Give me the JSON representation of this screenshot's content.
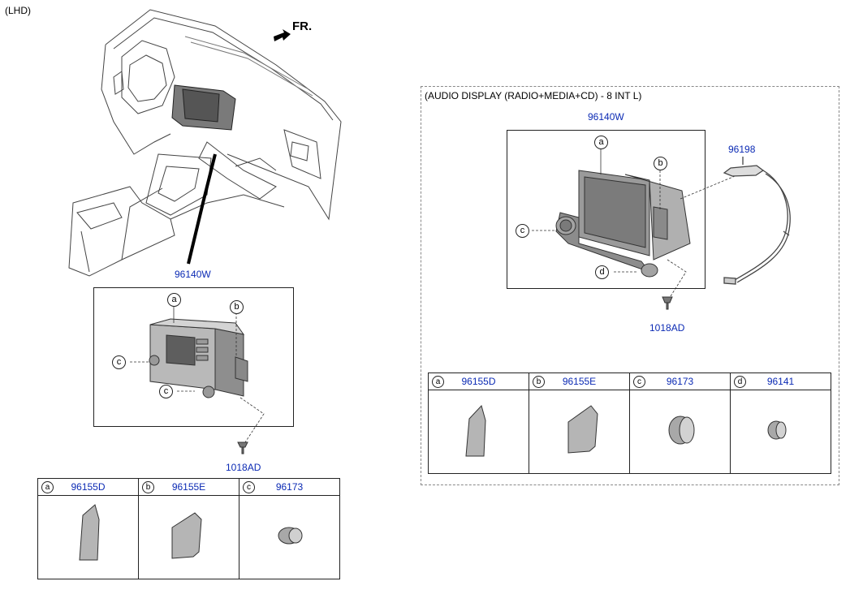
{
  "header": {
    "variant": "(LHD)",
    "direction": "FR."
  },
  "left": {
    "part_no": "96140W",
    "callouts": [
      "a",
      "b",
      "c",
      "c"
    ],
    "screw_part": "1018AD",
    "table": [
      {
        "letter": "a",
        "code": "96155D"
      },
      {
        "letter": "b",
        "code": "96155E"
      },
      {
        "letter": "c",
        "code": "96173"
      }
    ]
  },
  "right": {
    "title": "(AUDIO DISPLAY (RADIO+MEDIA+CD) - 8 INT L)",
    "part_no": "96140W",
    "cable_part": "96198",
    "callouts": [
      "a",
      "b",
      "c",
      "d"
    ],
    "screw_part": "1018AD",
    "table": [
      {
        "letter": "a",
        "code": "96155D"
      },
      {
        "letter": "b",
        "code": "96155E"
      },
      {
        "letter": "c",
        "code": "96173"
      },
      {
        "letter": "d",
        "code": "96141"
      }
    ]
  },
  "colors": {
    "part_number": "#0b2ab4",
    "lines": "#222222"
  }
}
